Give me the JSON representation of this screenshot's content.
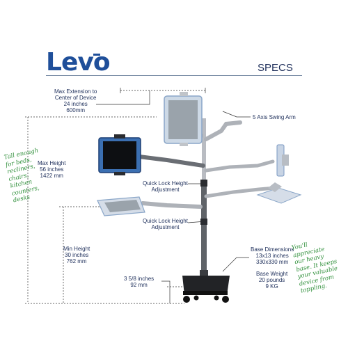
{
  "brand": "Levo",
  "header_label": "SPECS",
  "specs": {
    "max_extension": {
      "line1": "Max Extension to",
      "line2": "Center of Device",
      "line3": "24 inches",
      "line4": "600mm"
    },
    "swing_arm": "5 Axis Swing Arm",
    "max_height": {
      "line1": "Max Height",
      "line2": "56 inches",
      "line3": "1422 mm"
    },
    "quick_lock_upper": {
      "line1": "Quick Lock Height",
      "line2": "Adjustment"
    },
    "quick_lock_lower": {
      "line1": "Quick Lock Height",
      "line2": "Adjustment"
    },
    "min_height": {
      "line1": "Min Height",
      "line2": "30 inches",
      "line3": "762 mm"
    },
    "caster_height": {
      "line1": "3 5/8 inches",
      "line2": "92 mm"
    },
    "base_dimensions": {
      "line1": "Base Dimensions",
      "line2": "13x13 inches",
      "line3": "330x330 mm"
    },
    "base_weight": {
      "line1": "Base Weight",
      "line2": "20 pounds",
      "line3": "9 KG"
    }
  },
  "notes": {
    "left": [
      "Tall enough",
      "for beds,",
      "recliners,",
      "chairs,",
      "kitchen",
      "counters,",
      "desks"
    ],
    "right": [
      "You'll",
      "appreciate",
      "our heavy",
      "base. It keeps",
      "your valuable",
      "device from",
      "toppling."
    ]
  },
  "colors": {
    "brand_blue": "#1f4f9a",
    "text_navy": "#1d2e5a",
    "note_green": "#2f8f3a",
    "dim_line": "#333333"
  }
}
